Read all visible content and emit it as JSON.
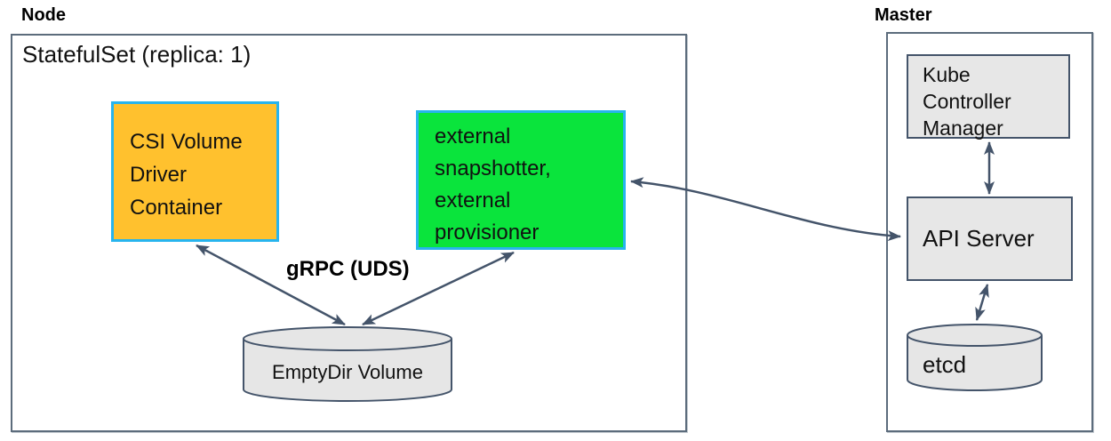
{
  "colors": {
    "arrow": "#44546A",
    "box_border_dark": "#44546A",
    "outer_border": "#5C6C7C",
    "cyan_border": "#27B4EE",
    "orange_fill": "#FFC12E",
    "green_fill": "#0AE43C",
    "gray_fill": "#E7E7E7",
    "cyl_fill": "#E6E6E6"
  },
  "node": {
    "label": "Node",
    "statefulset_title": "StatefulSet (replica: 1)",
    "csi_driver_box": {
      "lines": [
        "CSI Volume",
        "Driver",
        "Container"
      ]
    },
    "sidecar_box": {
      "lines": [
        "external",
        "snapshotter,",
        "external",
        "provisioner"
      ]
    },
    "grpc_arrow_label": "gRPC (UDS)",
    "emptydir_cylinder": {
      "label": "EmptyDir Volume"
    }
  },
  "master": {
    "label": "Master",
    "kube_controller_manager_box": {
      "lines": [
        "Kube",
        "Controller",
        "Manager"
      ]
    },
    "api_server_box": {
      "label": "API Server"
    },
    "etcd_cylinder": {
      "label": "etcd"
    }
  }
}
